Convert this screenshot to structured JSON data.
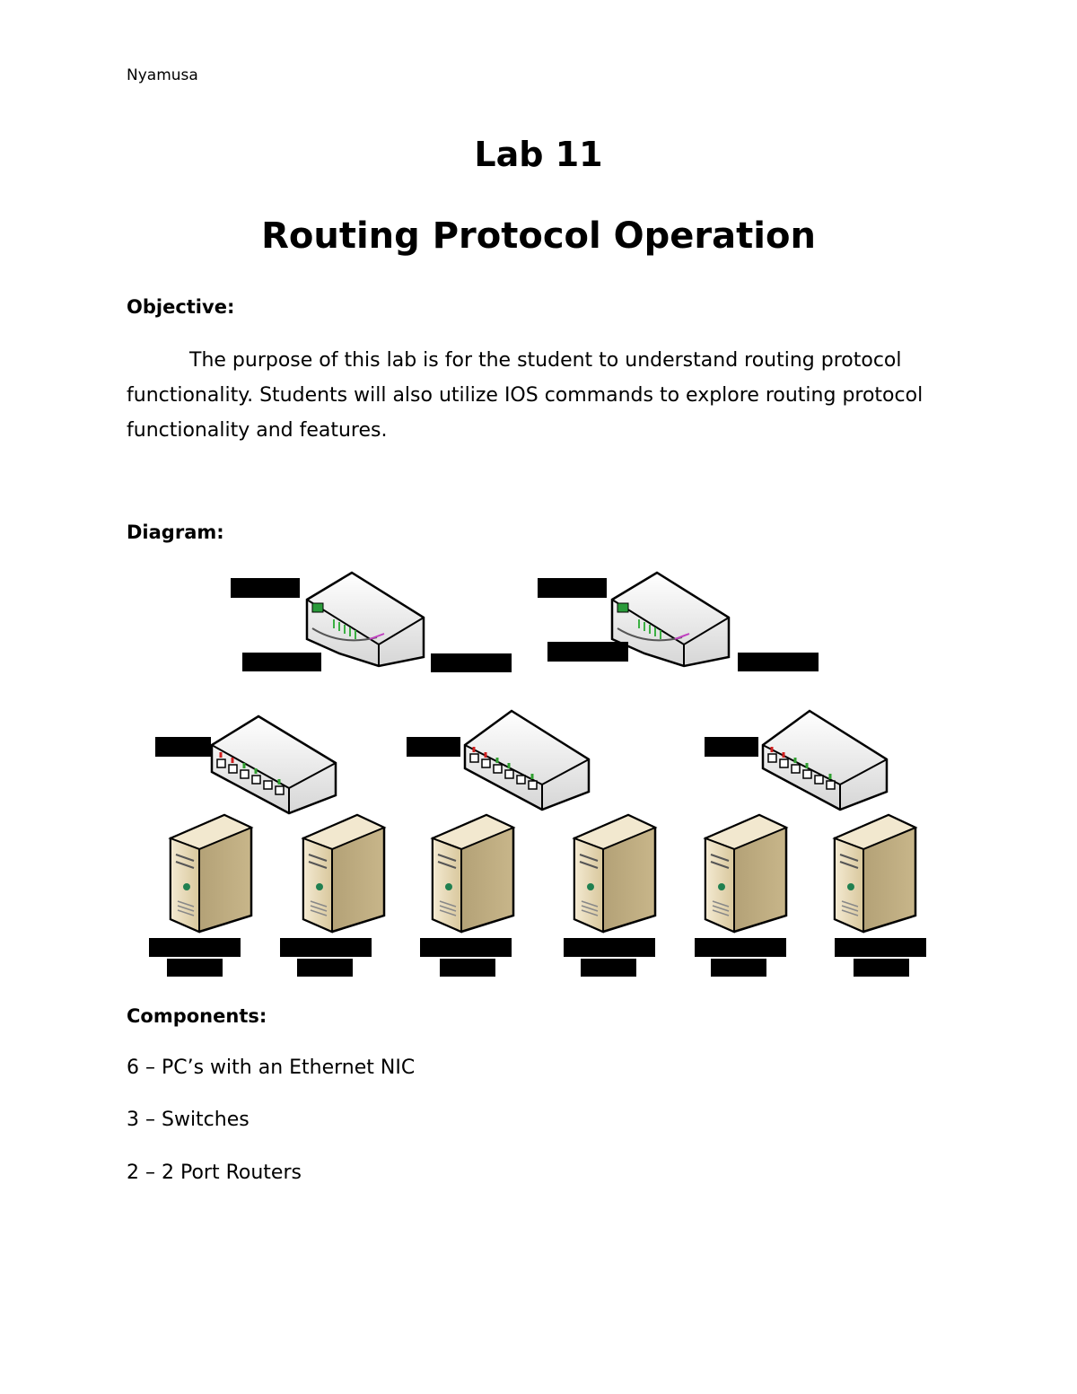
{
  "header": {
    "author": "Nyamusa"
  },
  "title": {
    "line1": "Lab 11",
    "line2": "Routing Protocol Operation"
  },
  "objective": {
    "heading": "Objective:",
    "text": "The purpose of this lab is for the student to understand routing protocol functionality. Students will also utilize IOS commands to explore routing protocol functionality and features."
  },
  "diagram": {
    "heading": "Diagram:",
    "devices": {
      "routers": 2,
      "switches": 3,
      "pcs": 6
    },
    "labels_redacted": true
  },
  "components": {
    "heading": "Components:",
    "items": [
      "6 – PC’s with an Ethernet NIC",
      "3 – Switches",
      "2 – 2 Port Routers"
    ]
  }
}
